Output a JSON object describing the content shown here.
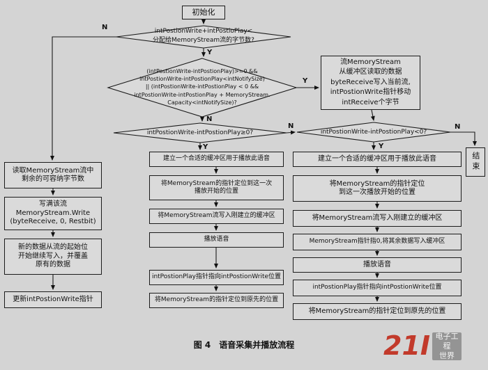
{
  "page": {
    "background": "#d4d4d4"
  },
  "flowchart": {
    "start": "初始化",
    "decisions": {
      "d1": "intPostionWrite+intPostioPlay<\n分配给MemoryStream流的字节数?",
      "d2": "(intPostionWrite-intPostionPlay)>=0 &&\nintPostionWrite-intPostionPlay<intNotifySize)\n|| (intPostionWrite-intPostionPlay < 0 &&\nintPostionWrite-intPostionPlay + MemoryStream.\nCapacity<intNotifySize)?",
      "d3": "intPostionWrite-intPostionPlay≥0?",
      "d4": "intPostionWrite-intPostionPlay<0?"
    },
    "write_box": "流MemoryStream\n从缓冲区读取的数据\nbyteReceive写入当前流,\nintPostionWrite指针移动\nintReceive个字节",
    "end": "结束",
    "labels": {
      "yes": "Y",
      "no": "N"
    },
    "left_column": [
      "读取MemoryStream流中\n剩余的可容纳字节数",
      "写满该流\nMemoryStream.Write\n(byteReceive, 0, Restbit)",
      "新的数据从流的起始位\n开始继续写入，并覆盖\n原有的数据",
      "更新intPostionWrite指针"
    ],
    "middle_column": [
      "建立一个合适的缓冲区用于播放此语音",
      "将MemoryStream的指针定位到这一次\n播放开始的位置",
      "将MemoryStream流写入刚建立的缓冲区",
      "播放语音",
      "intPostionPlay指针指向intPostionWrite位置",
      "将MemoryStream的指针定位到原先的位置"
    ],
    "right_column": [
      "建立一个合适的缓冲区用于播放此语音",
      "将MemoryStream的指针定位\n到这一次播放开始的位置",
      "将MemoryStream流写入刚建立的缓冲区",
      "MemoryStream指针指0,将其余数据写入缓冲区",
      "播放语音",
      "intPostionPlay指针指向intPostionWrite位置",
      "将MemoryStream的指针定位到原先的位置"
    ]
  },
  "caption": "图 4　语音采集并播放流程",
  "watermark": {
    "brand": "21I",
    "logo": "电子工程\n世界"
  }
}
